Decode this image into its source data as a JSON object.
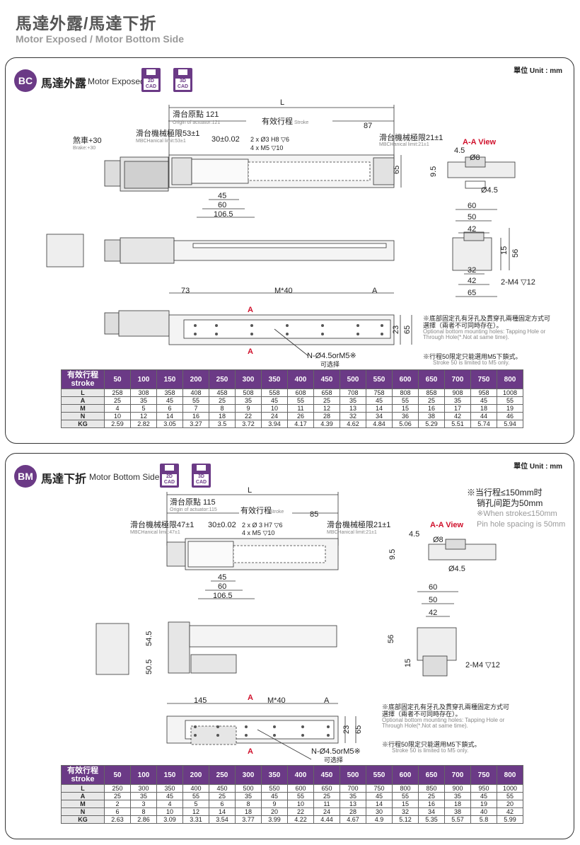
{
  "page": {
    "title_cn": "馬達外露/馬達下折",
    "title_en": "Motor Exposed / Motor Bottom Side"
  },
  "bc": {
    "badge": "BC",
    "title_cn": "馬達外露",
    "title_en": "Motor Exposed",
    "cad_2d": [
      "2D",
      "CAD"
    ],
    "cad_3d": [
      "3D",
      "CAD"
    ],
    "unit": "單位 Unit : mm",
    "labels": {
      "L": "L",
      "origin_cn": "滑台原點 121",
      "origin_en": "Origin of actuator:121",
      "stroke_cn": "有效行程",
      "stroke_en": "Stroke",
      "dim_87": "87",
      "brake_cn": "煞車+30",
      "brake_en": "Brake:+30",
      "limit_l_cn": "滑台機械極限53±1",
      "limit_l_en": "MBCHanical limit:53±1",
      "limit_r_cn": "滑台機械極限21±1",
      "limit_r_en": "MBCHanical limit:21±1",
      "dim_30": "30±0.02",
      "hole_1": "2 x Ø3 H8 ▽6",
      "hole_2": "4 x  M5 ▽10",
      "dim_45": "45",
      "dim_60": "60",
      "dim_106": "106.5",
      "dim_65": "65",
      "aa_view": "A-A View",
      "aa_45": "4.5",
      "aa_8": "Ø8",
      "aa_95": "9.5",
      "aa_d45": "Ø4.5",
      "end_60": "60",
      "end_50": "50",
      "end_42": "42",
      "end_15": "15",
      "end_56": "56",
      "end_32": "32",
      "end_42b": "42",
      "end_65": "65",
      "end_m4": "2-M4 ▽12",
      "bot_73": "73",
      "bot_m40": "M*40",
      "bot_a": "A",
      "bot_a_red": "A",
      "bot_23": "23",
      "bot_65": "65",
      "bot_n": "N-Ø4.5orM5※",
      "bot_n_sub": "可选择"
    },
    "note_cn": "※底部固定孔有牙孔及貫穿孔兩種固定方式可選擇（兩者不可同時存在）。",
    "note_en": "Optional bottom mounting holes: Tapping Hole or Through Hole(*.Not at same time).",
    "note2_cn": "※行程50限定只能選用M5下鎖式。",
    "note2_en": "Stroke 50 is limited to M5 only.",
    "table": {
      "header_cn": "有效行程",
      "header_en": "stroke",
      "strokes": [
        "50",
        "100",
        "150",
        "200",
        "250",
        "300",
        "350",
        "400",
        "450",
        "500",
        "550",
        "600",
        "650",
        "700",
        "750",
        "800"
      ],
      "rows": [
        {
          "name": "L",
          "values": [
            "258",
            "308",
            "358",
            "408",
            "458",
            "508",
            "558",
            "608",
            "658",
            "708",
            "758",
            "808",
            "858",
            "908",
            "958",
            "1008"
          ]
        },
        {
          "name": "A",
          "values": [
            "25",
            "35",
            "45",
            "55",
            "25",
            "35",
            "45",
            "55",
            "25",
            "35",
            "45",
            "55",
            "25",
            "35",
            "45",
            "55"
          ]
        },
        {
          "name": "M",
          "values": [
            "4",
            "5",
            "6",
            "7",
            "8",
            "9",
            "10",
            "11",
            "12",
            "13",
            "14",
            "15",
            "16",
            "17",
            "18",
            "19"
          ]
        },
        {
          "name": "N",
          "values": [
            "10",
            "12",
            "14",
            "16",
            "18",
            "22",
            "24",
            "26",
            "28",
            "32",
            "34",
            "36",
            "38",
            "42",
            "44",
            "46"
          ]
        },
        {
          "name": "KG",
          "values": [
            "2.59",
            "2.82",
            "3.05",
            "3.27",
            "3.5",
            "3.72",
            "3.94",
            "4.17",
            "4.39",
            "4.62",
            "4.84",
            "5.06",
            "5.29",
            "5.51",
            "5.74",
            "5.94"
          ]
        }
      ]
    }
  },
  "bm": {
    "badge": "BM",
    "title_cn": "馬達下折",
    "title_en": "Motor Bottom Side",
    "cad_2d": [
      "2D",
      "CAD"
    ],
    "cad_3d": [
      "3D",
      "CAD"
    ],
    "unit": "單位 Unit : mm",
    "pin_note_cn_1": "※当行程≤150mm时",
    "pin_note_cn_2": "销孔间距为50mm",
    "pin_note_en_1": "※When stroke≤150mm",
    "pin_note_en_2": "Pin hole spacing is 50mm",
    "labels": {
      "L": "L",
      "origin_cn": "滑台原點 115",
      "origin_en": "Origin of actuator:115",
      "stroke_cn": "有效行程",
      "stroke_en": "Stroke",
      "dim_85": "85",
      "limit_l_cn": "滑台機械極限47±1",
      "limit_l_en": "MBCHanical limit:47±1",
      "limit_r_cn": "滑台機械極限21±1",
      "limit_r_en": "MBCHanical limit:21±1",
      "dim_30": "30±0.02",
      "hole_1": "2 x Ø 3 H7 ▽6",
      "hole_2": "4 x  M5 ▽10",
      "dim_45": "45",
      "dim_60": "60",
      "dim_106": "106.5",
      "aa_view": "A-A View",
      "aa_45": "4.5",
      "aa_8": "Ø8",
      "aa_95": "9.5",
      "aa_d45": "Ø4.5",
      "side_545": "54.5",
      "side_505": "50.5",
      "end_60": "60",
      "end_50": "50",
      "end_42": "42",
      "end_56": "56",
      "end_15": "15",
      "end_m4": "2-M4 ▽12",
      "bot_145": "145",
      "bot_m40": "M*40",
      "bot_a": "A",
      "bot_a_red": "A",
      "bot_23": "23",
      "bot_65": "65",
      "bot_n": "N-Ø4.5orM5※",
      "bot_n_sub": "可选择"
    },
    "note_cn": "※底部固定孔有牙孔及貫穿孔兩種固定方式可選擇（兩者不可同時存在）。",
    "note_en": "Optional bottom mounting holes: Tapping Hole or Through Hole(*.Not at same time).",
    "note2_cn": "※行程50限定只能選用M5下鎖式。",
    "note2_en": "Stroke 50 is limited to M5 only.",
    "table": {
      "header_cn": "有效行程",
      "header_en": "stroke",
      "strokes": [
        "50",
        "100",
        "150",
        "200",
        "250",
        "300",
        "350",
        "400",
        "450",
        "500",
        "550",
        "600",
        "650",
        "700",
        "750",
        "800"
      ],
      "rows": [
        {
          "name": "L",
          "values": [
            "250",
            "300",
            "350",
            "400",
            "450",
            "500",
            "550",
            "600",
            "650",
            "700",
            "750",
            "800",
            "850",
            "900",
            "950",
            "1000"
          ]
        },
        {
          "name": "A",
          "values": [
            "25",
            "35",
            "45",
            "55",
            "25",
            "35",
            "45",
            "55",
            "25",
            "35",
            "45",
            "55",
            "25",
            "35",
            "45",
            "55"
          ]
        },
        {
          "name": "M",
          "values": [
            "2",
            "3",
            "4",
            "5",
            "6",
            "8",
            "9",
            "10",
            "11",
            "13",
            "14",
            "15",
            "16",
            "18",
            "19",
            "20"
          ]
        },
        {
          "name": "N",
          "values": [
            "6",
            "8",
            "10",
            "12",
            "14",
            "18",
            "20",
            "22",
            "24",
            "28",
            "30",
            "32",
            "34",
            "38",
            "40",
            "42"
          ]
        },
        {
          "name": "KG",
          "values": [
            "2.63",
            "2.86",
            "3.09",
            "3.31",
            "3.54",
            "3.77",
            "3.99",
            "4.22",
            "4.44",
            "4.67",
            "4.9",
            "5.12",
            "5.35",
            "5.57",
            "5.8",
            "5.99"
          ]
        }
      ]
    }
  }
}
